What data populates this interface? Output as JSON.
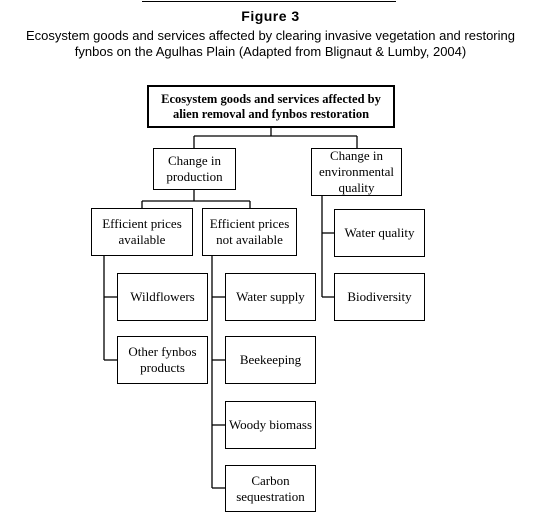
{
  "figure": {
    "label": "Figure 3",
    "caption_line1": "Ecosystem goods and services affected by clearing invasive vegetation and restoring",
    "caption_line2": "fynbos on the Agulhas Plain (Adapted from Blignaut & Lumby, 2004)"
  },
  "nodes": {
    "root": {
      "line1": "Ecosystem goods and services affected by",
      "line2": "alien removal and fynbos restoration"
    },
    "production": {
      "line1": "Change in",
      "line2": "production"
    },
    "environmental": {
      "line1": "Change in",
      "line2": "environmental",
      "line3": "quality"
    },
    "efficient_available": {
      "line1": "Efficient prices",
      "line2": "available"
    },
    "efficient_not_available": {
      "line1": "Efficient prices",
      "line2": "not available"
    },
    "wildflowers": {
      "line1": "Wildflowers"
    },
    "other_fynbos": {
      "line1": "Other fynbos",
      "line2": "products"
    },
    "water_supply": {
      "line1": "Water supply"
    },
    "beekeeping": {
      "line1": "Beekeeping"
    },
    "woody_biomass": {
      "line1": "Woody biomass"
    },
    "carbon": {
      "line1": "Carbon",
      "line2": "sequestration"
    },
    "water_quality": {
      "line1": "Water quality"
    },
    "biodiversity": {
      "line1": "Biodiversity"
    }
  }
}
